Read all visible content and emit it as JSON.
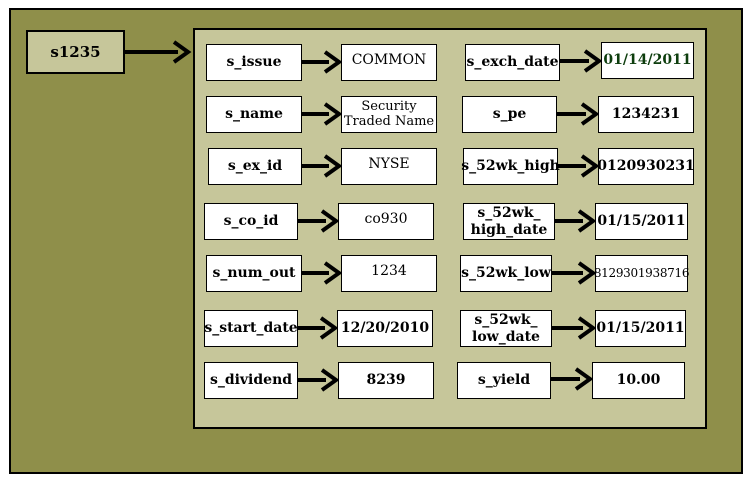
{
  "key": "s1235",
  "fields": [
    {
      "name": "s_issue",
      "value": "COMMON",
      "style": "plain"
    },
    {
      "name": "s_name",
      "value": "Security\nTraded Name",
      "style": "two"
    },
    {
      "name": "s_ex_id",
      "value": "NYSE",
      "style": "plain"
    },
    {
      "name": "s_co_id",
      "value": "co930",
      "style": "plain"
    },
    {
      "name": "s_num_out",
      "value": "1234",
      "style": "plain"
    },
    {
      "name": "s_start_date",
      "value": "12/20/2010",
      "style": "bold"
    },
    {
      "name": "s_dividend",
      "value": "8239",
      "style": "bold"
    },
    {
      "name": "s_exch_date",
      "value": "01/14/2011",
      "style": "green"
    },
    {
      "name": "s_pe",
      "value": "1234231",
      "style": "bold"
    },
    {
      "name": "s_52wk_high",
      "value": "0120930231",
      "style": "bold"
    },
    {
      "name": "s_52wk_\nhigh_date",
      "value": "01/15/2011",
      "style": "bold"
    },
    {
      "name": "s_52wk_low",
      "value": "8129301938716",
      "style": "small"
    },
    {
      "name": "s_52wk_\nlow_date",
      "value": "01/15/2011",
      "style": "bold"
    },
    {
      "name": "s_yield",
      "value": "10.00",
      "style": "bold"
    }
  ]
}
